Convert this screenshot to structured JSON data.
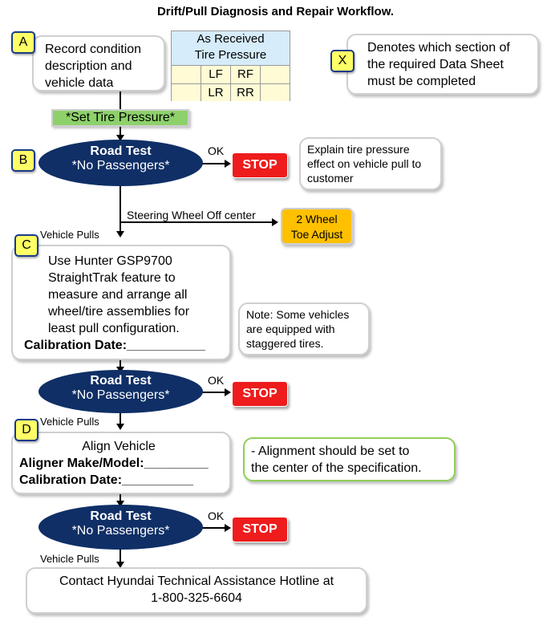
{
  "title": "Drift/Pull Diagnosis and Repair Workflow.",
  "badges": {
    "a": "A",
    "b": "B",
    "c": "C",
    "d": "D",
    "x": "X"
  },
  "record_box": [
    "Record condition",
    "description and",
    "vehicle data"
  ],
  "tire_table": {
    "header": [
      "As Received",
      "Tire Pressure"
    ],
    "row1": [
      "LF",
      "RF"
    ],
    "row2": [
      "LR",
      "RR"
    ]
  },
  "legend": [
    "Denotes which section of",
    "the required Data Sheet",
    "must be completed"
  ],
  "set_pressure": "*Set Tire Pressure*",
  "road_test": {
    "line1": "Road Test",
    "line2": "*No Passengers*"
  },
  "ok_label": "OK",
  "stop_label": "STOP",
  "explain_box": [
    "Explain tire pressure",
    "effect on vehicle pull to",
    "customer"
  ],
  "steering_label": "Steering Wheel Off center",
  "toe_box": [
    "2 Wheel",
    "Toe Adjust"
  ],
  "vehicle_pulls": "Vehicle Pulls",
  "hunter_box": [
    "Use Hunter GSP9700",
    "StraightTrak feature to",
    "measure and arrange all",
    "wheel/tire assemblies for",
    "least pull configuration."
  ],
  "calibration_label": "Calibration Date:___________",
  "note_box": [
    "Note: Some vehicles",
    "are equipped with",
    "staggered tires."
  ],
  "align_box": {
    "title": "Align Vehicle",
    "make": "Aligner Make/Model:_________",
    "calibration": "Calibration Date:__________"
  },
  "align_note": [
    "- Alignment should be set to",
    "the center of the specification."
  ],
  "hotline_box": [
    "Contact Hyundai Technical Assistance Hotline at",
    "1-800-325-6604"
  ],
  "colors": {
    "oval": "#0f2f66",
    "stop": "#ee1c1c",
    "badge": "#ffff66",
    "set_pressure": "#8ed16b",
    "toe": "#ffc000",
    "table_header": "#d6ecfa",
    "table_cells": "#fffbd5",
    "align_note_border": "#8fcf5a"
  }
}
